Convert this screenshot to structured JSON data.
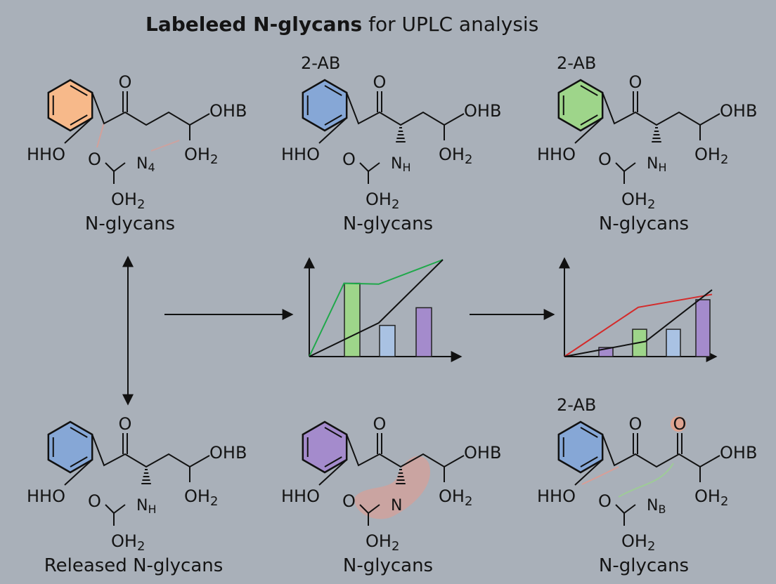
{
  "title": {
    "bold": "Labeleed N-glycans",
    "rest": " for UPLC analysis"
  },
  "molecules": [
    {
      "id": "m1",
      "ring_color": "#f7b98a",
      "header": "",
      "nitro": "N",
      "nitro_sub": "4",
      "caption": "N-glycans",
      "wedge": false
    },
    {
      "id": "m2",
      "ring_color": "#86a7d6",
      "header": "2-AB",
      "nitro": "N",
      "nitro_sub": "H",
      "caption": "N-glycans",
      "wedge": true
    },
    {
      "id": "m3",
      "ring_color": "#9ed58a",
      "header": "2-AB",
      "nitro": "N",
      "nitro_sub": "H",
      "caption": "N-glycans",
      "wedge": true
    },
    {
      "id": "m4",
      "ring_color": "#86a7d6",
      "header": "",
      "nitro": "N",
      "nitro_sub": "H",
      "caption": "Released N-glycans",
      "wedge": true
    },
    {
      "id": "m5",
      "ring_color": "#a48bcc",
      "header": "",
      "nitro": "N",
      "nitro_sub": "",
      "caption": "N-glycans",
      "wedge": true
    },
    {
      "id": "m6",
      "ring_color": "#86a7d6",
      "header": "2-AB",
      "nitro": "N",
      "nitro_sub": "B",
      "caption": "N-glycans",
      "wedge": false
    }
  ],
  "atom_labels": {
    "carbonyl": "O",
    "ohb": "OHB",
    "hho": "HHO",
    "oh2": "OH",
    "oh2_sub": "2",
    "ester_o": "O"
  },
  "chart_data": [
    {
      "type": "bar",
      "bars": [
        {
          "value": 0.87,
          "color": "#9ed58a"
        },
        {
          "value": 0.37,
          "color": "#a9c2e3"
        },
        {
          "value": 0.58,
          "color": "#a48bcc"
        }
      ],
      "lines": [
        {
          "color": "#1fa84a",
          "points": [
            [
              0,
              0
            ],
            [
              0.26,
              0.87
            ],
            [
              0.52,
              0.86
            ],
            [
              1,
              1.15
            ]
          ]
        },
        {
          "color": "#111111",
          "points": [
            [
              0,
              0
            ],
            [
              0.52,
              0.4
            ],
            [
              1,
              1.15
            ]
          ]
        }
      ]
    },
    {
      "type": "bar",
      "bars": [
        {
          "value": 0.12,
          "color": "#a48bcc"
        },
        {
          "value": 0.36,
          "color": "#9ed58a"
        },
        {
          "value": 0.36,
          "color": "#a9c2e3"
        },
        {
          "value": 0.75,
          "color": "#a48bcc"
        }
      ],
      "lines": [
        {
          "color": "#d42a2a",
          "points": [
            [
              0,
              0
            ],
            [
              0.5,
              0.65
            ],
            [
              1,
              0.82
            ]
          ]
        },
        {
          "color": "#111111",
          "points": [
            [
              0,
              0
            ],
            [
              0.55,
              0.2
            ],
            [
              1,
              0.88
            ]
          ]
        }
      ]
    }
  ]
}
